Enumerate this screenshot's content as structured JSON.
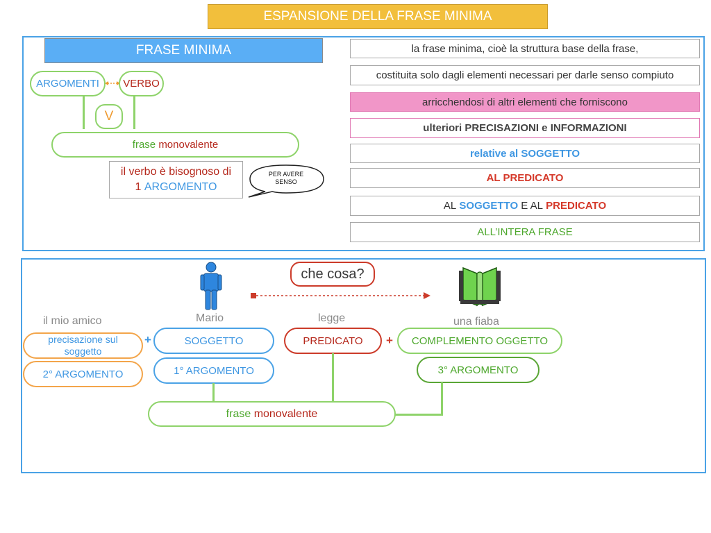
{
  "title": "ESPANSIONE DELLA FRASE MINIMA",
  "top": {
    "header": "FRASE MINIMA",
    "argomenti": "ARGOMENTI",
    "verbo": "VERBO",
    "v": "V",
    "frase": "frase",
    "monovalente": "monovalente",
    "note_line1": "il verbo è bisognoso di",
    "note_num": "1",
    "note_arg": "ARGOMENTO",
    "bubble": "PER AVERE SENSO"
  },
  "right_boxes": [
    {
      "text": "la frase minima, cioè la struttura base della frase,"
    },
    {
      "text": "costituita solo dagli elementi necessari per darle senso compiuto"
    },
    {
      "text": "arricchendosi di altri elementi che forniscono"
    },
    {
      "pre": "ulteriori ",
      "mid": "PRECISAZIONI",
      "conj": " e ",
      "post": "INFORMAZIONI"
    },
    {
      "pre": "relative al ",
      "mid": "SOGGETTO"
    },
    {
      "text": "AL PREDICATO"
    },
    {
      "a": "AL ",
      "b": "SOGGETTO",
      "c": " E AL ",
      "d": "PREDICATO"
    },
    {
      "text": "ALL’INTERA FRASE"
    }
  ],
  "bottom": {
    "che_cosa": "che cosa?",
    "il_mio_amico": "il mio amico",
    "mario": "Mario",
    "legge": "legge",
    "una_fiaba": "una fiaba",
    "precisazione": "precisazione sul soggetto",
    "plus": "+",
    "soggetto": "SOGGETTO",
    "predicato": "PREDICATO",
    "complemento": "COMPLEMENTO OGGETTO",
    "arg2": "2° ARGOMENTO",
    "arg1": "1° ARGOMENTO",
    "arg3": "3° ARGOMENTO",
    "frase": "frase",
    "monovalente": "monovalente"
  },
  "colors": {
    "title_bg": "#f2bf3c",
    "header_bg": "#5aaef5",
    "pink": "#f196c8",
    "blue": "#3f97e2",
    "red": "#cc3b2a",
    "green": "#4ea82e",
    "orange": "#ef9b32"
  },
  "icons": [
    "person-icon",
    "book-icon"
  ]
}
